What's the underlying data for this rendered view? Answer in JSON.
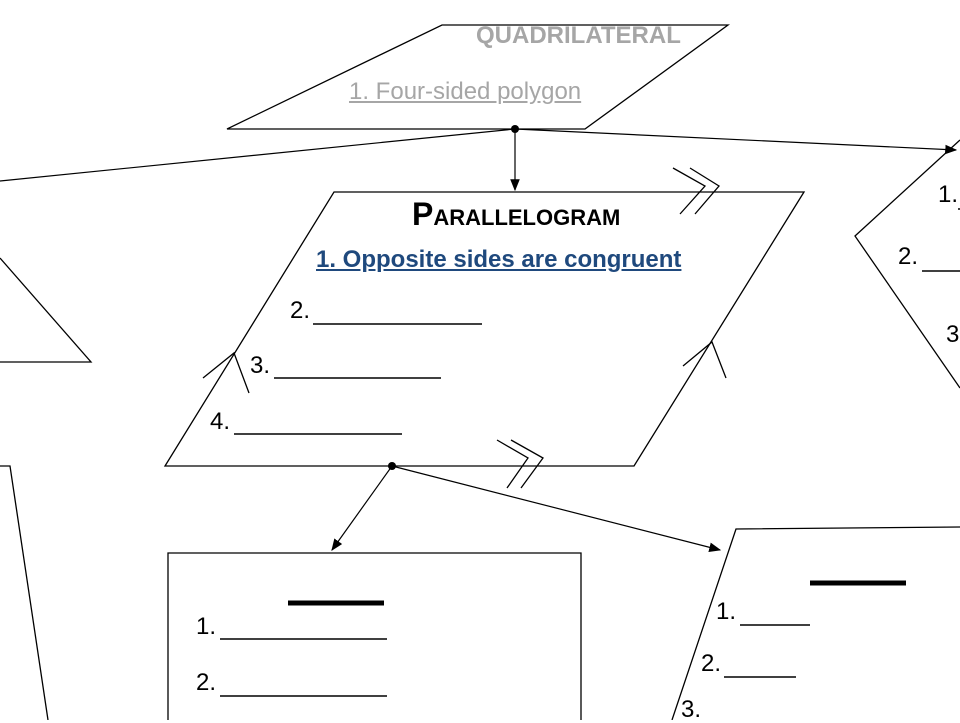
{
  "quadrilateral": {
    "title": "QUADRILATERAL",
    "item_1": "1. Four-sided polygon"
  },
  "parallelogram": {
    "title": "Parallelogram",
    "item_1": "1.  Opposite sides are congruent",
    "item_2": "2.",
    "item_3": "3.",
    "item_4": "4."
  },
  "right_partial_shape": {
    "item_1": "1.",
    "item_2": "2.",
    "item_3": "3"
  },
  "bottom_left_box": {
    "item_1": "1.",
    "item_2": "2."
  },
  "bottom_right_box": {
    "item_1": "1.",
    "item_2": "2.",
    "item_3": "3."
  },
  "colors": {
    "quadrilateral_text": "#a6a6a6",
    "parallelogram_item_1": "#1f497d",
    "lines": "#000000"
  }
}
